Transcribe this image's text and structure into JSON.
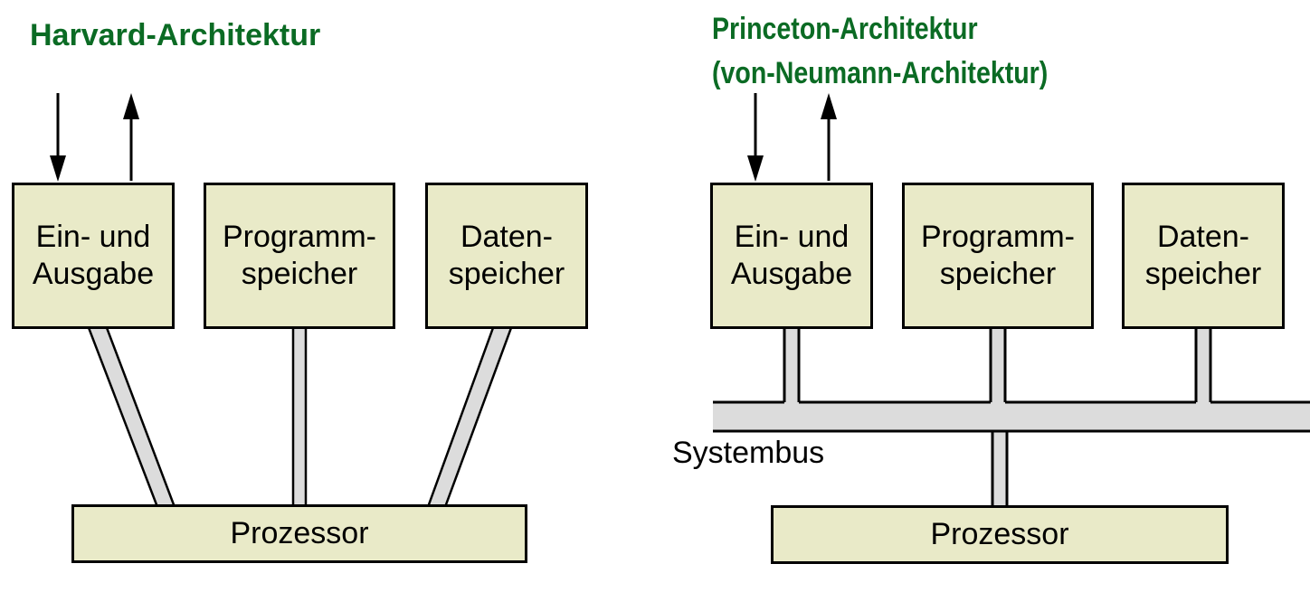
{
  "colors": {
    "title_green": "#0b6b24",
    "box_fill": "#e9eac8",
    "bus_fill": "#dcdcdc",
    "line": "#000000",
    "background": "#ffffff"
  },
  "harvard": {
    "title": "Harvard-Architektur",
    "io_box": "Ein- und\nAusgabe",
    "program_box": "Programm-\nspeicher",
    "data_box": "Daten-\nspeicher",
    "processor_box": "Prozessor"
  },
  "princeton": {
    "title_line1": "Princeton-Architektur",
    "title_line2": "(von-Neumann-Architektur)",
    "io_box": "Ein- und\nAusgabe",
    "program_box": "Programm-\nspeicher",
    "data_box": "Daten-\nspeicher",
    "processor_box": "Prozessor",
    "bus_label": "Systembus"
  }
}
